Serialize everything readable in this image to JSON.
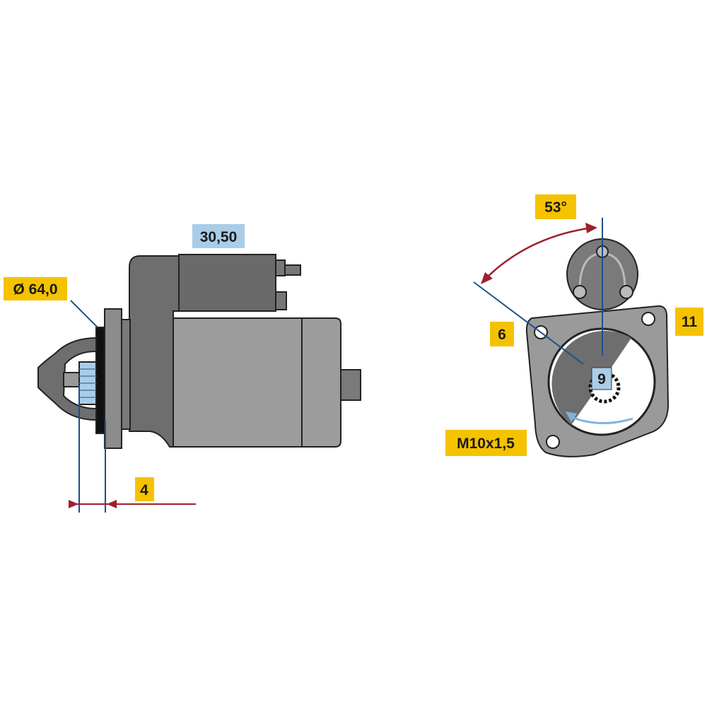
{
  "labels": {
    "diameter": "Ø 64,0",
    "terminal": "30,50",
    "offset": "4",
    "angle": "53°",
    "hole_left": "6",
    "hole_right": "11",
    "pinion_teeth": "9",
    "thread": "M10x1,5"
  },
  "colors": {
    "label_yellow": "#f5c200",
    "label_blue": "#a9cde8",
    "body_gray": "#9a9a9a",
    "dark_gray": "#6e6e6e",
    "dimension_blue": "#1f4e8c",
    "dimension_red": "#a0202a"
  }
}
